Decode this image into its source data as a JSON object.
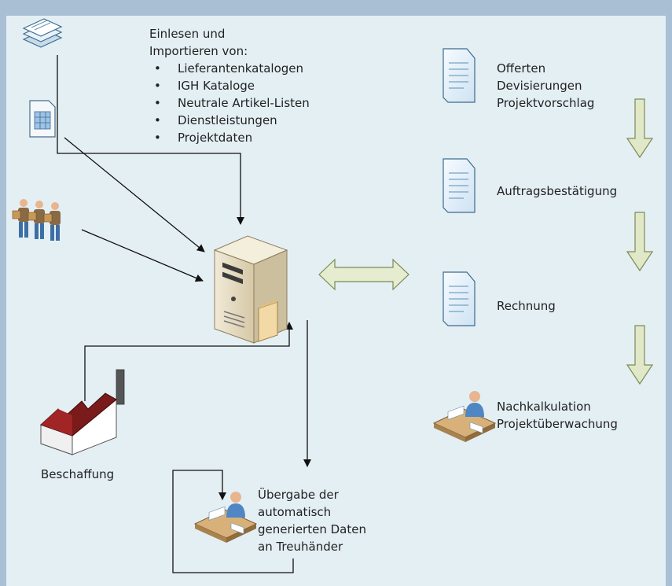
{
  "import": {
    "heading": [
      "Einlesen und",
      "Importieren von:"
    ],
    "items": [
      "Lieferantenkatalogen",
      "IGH Kataloge",
      "Neutrale Artikel-Listen",
      "Dienstleistungen",
      "Projektdaten"
    ]
  },
  "documents": [
    {
      "lines": [
        "Offerten",
        "Devisierungen",
        "Projektvorschlag"
      ]
    },
    {
      "lines": [
        "Auftragsbestätigung"
      ]
    },
    {
      "lines": [
        "Rechnung"
      ]
    }
  ],
  "post_calc": {
    "lines": [
      "Nachkalkulation",
      "Projektüberwachung"
    ]
  },
  "procurement": {
    "label": "Beschaffung"
  },
  "handover": {
    "lines": [
      "Übergabe der",
      "automatisch",
      "generierten Daten",
      "an Treuhänder"
    ]
  },
  "icons": [
    "stacked-papers-icon",
    "spreadsheet-document-icon",
    "workers-group-icon",
    "server-tower-icon",
    "factory-icon",
    "document-icon",
    "person-at-desk-icon",
    "down-arrow-icon",
    "double-arrow-icon"
  ]
}
